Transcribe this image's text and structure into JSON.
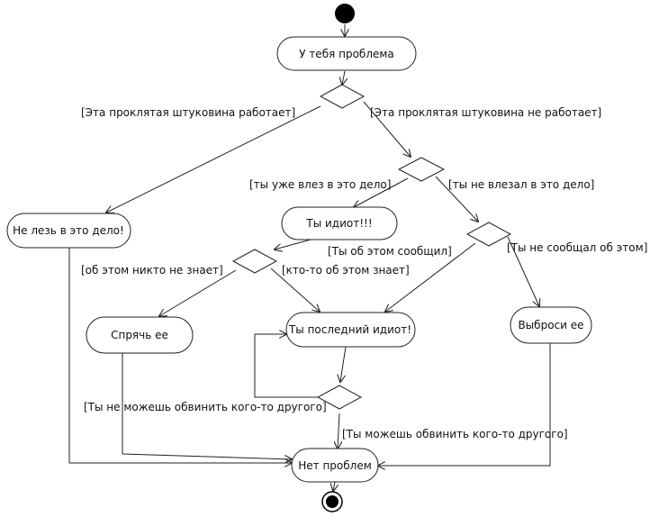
{
  "nodes": {
    "problem": "У тебя проблема",
    "dont_meddle": "Не лезь в это дело!",
    "idiot": "Ты идиот!!!",
    "hide": "Спрячь ее",
    "last_idiot": "Ты последний идиот!",
    "throw": "Выброси ее",
    "no_problem": "Нет проблем"
  },
  "guards": {
    "works": "[Эта проклятая штуковина работает]",
    "not_works": "[Эта проклятая штуковина не работает]",
    "meddled": "[ты уже влез в это дело]",
    "not_meddled": "[ты не влезал в это дело]",
    "reported": "[Ты об этом сообщил]",
    "not_reported": "[Ты не сообщал об этом]",
    "nobody_knows": "[об этом никто не знает]",
    "somebody_knows": "[кто-то об этом знает]",
    "cant_blame": "[Ты не можешь обвинить кого-то другого]",
    "can_blame": "[Ты можешь обвинить кого-то другого]"
  }
}
